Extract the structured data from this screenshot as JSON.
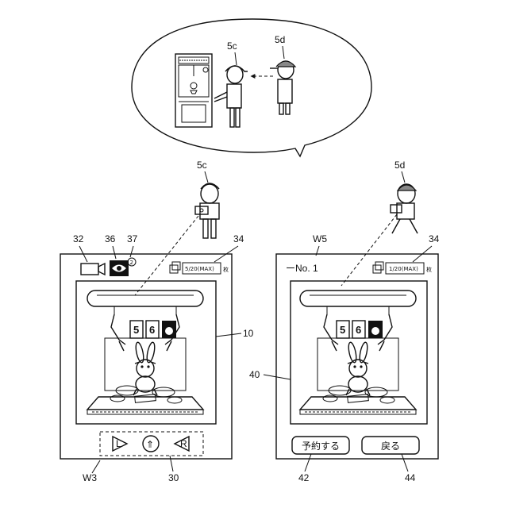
{
  "labels": {
    "bubble_player": "5c",
    "bubble_waiter": "5d",
    "player_top": "5c",
    "waiter_top": "5d",
    "camera_icon": "32",
    "eye_icon": "36",
    "badge": "37",
    "counter_left": "34",
    "counter_right": "34",
    "screen_ref": "10",
    "left_screen_ref": "W3",
    "right_screen_ref": "W5",
    "right_machine_ref": "40",
    "controls_ref": "30",
    "reserve_ref": "42",
    "back_ref": "44"
  },
  "left_screen": {
    "badge_number": "2",
    "counter_text": "5/20(MAX)",
    "counter_unit": "枚",
    "controls": {
      "left": "L",
      "up": "⇑",
      "right": "R"
    }
  },
  "right_screen": {
    "title": "ーNo. 1",
    "counter_text": "1/20(MAX)",
    "counter_unit": "枚",
    "reserve_button": "予約する",
    "back_button": "戻る"
  },
  "machine": {
    "panel_numbers": [
      "5",
      "6"
    ]
  }
}
